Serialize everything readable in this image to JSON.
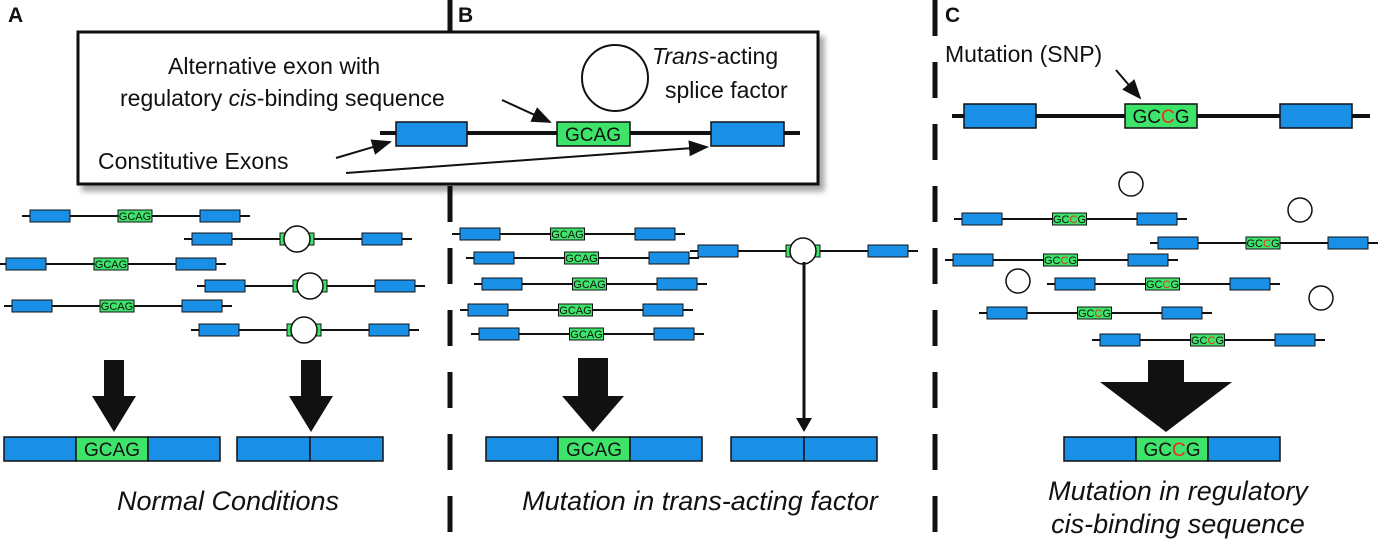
{
  "panels": [
    {
      "letter": "A",
      "caption": "Normal Conditions"
    },
    {
      "letter": "B",
      "caption": "Mutation in trans-acting factor"
    },
    {
      "letter": "C",
      "caption_line1": "Mutation in regulatory",
      "caption_line2": "cis-binding sequence"
    }
  ],
  "legend": {
    "alt_exon_line1": "Alternative exon with",
    "alt_exon_line2_pre": "regulatory ",
    "alt_exon_line2_italic": "cis",
    "alt_exon_line2_post": "-binding sequence",
    "trans_line1_italic": "Trans",
    "trans_line1_post": "-acting",
    "trans_line2": "splice factor",
    "constitutive": "Constitutive Exons"
  },
  "sequences": {
    "normal": "GCAG",
    "mutant_prefix": "GC",
    "mutant_base": "C",
    "mutant_suffix": "G"
  },
  "mutation_label": "Mutation (SNP)",
  "colors": {
    "exon": "#1a8fe6",
    "alt_exon": "#3ee36a",
    "mutant_base": "#e8301c",
    "line": "#111111"
  }
}
